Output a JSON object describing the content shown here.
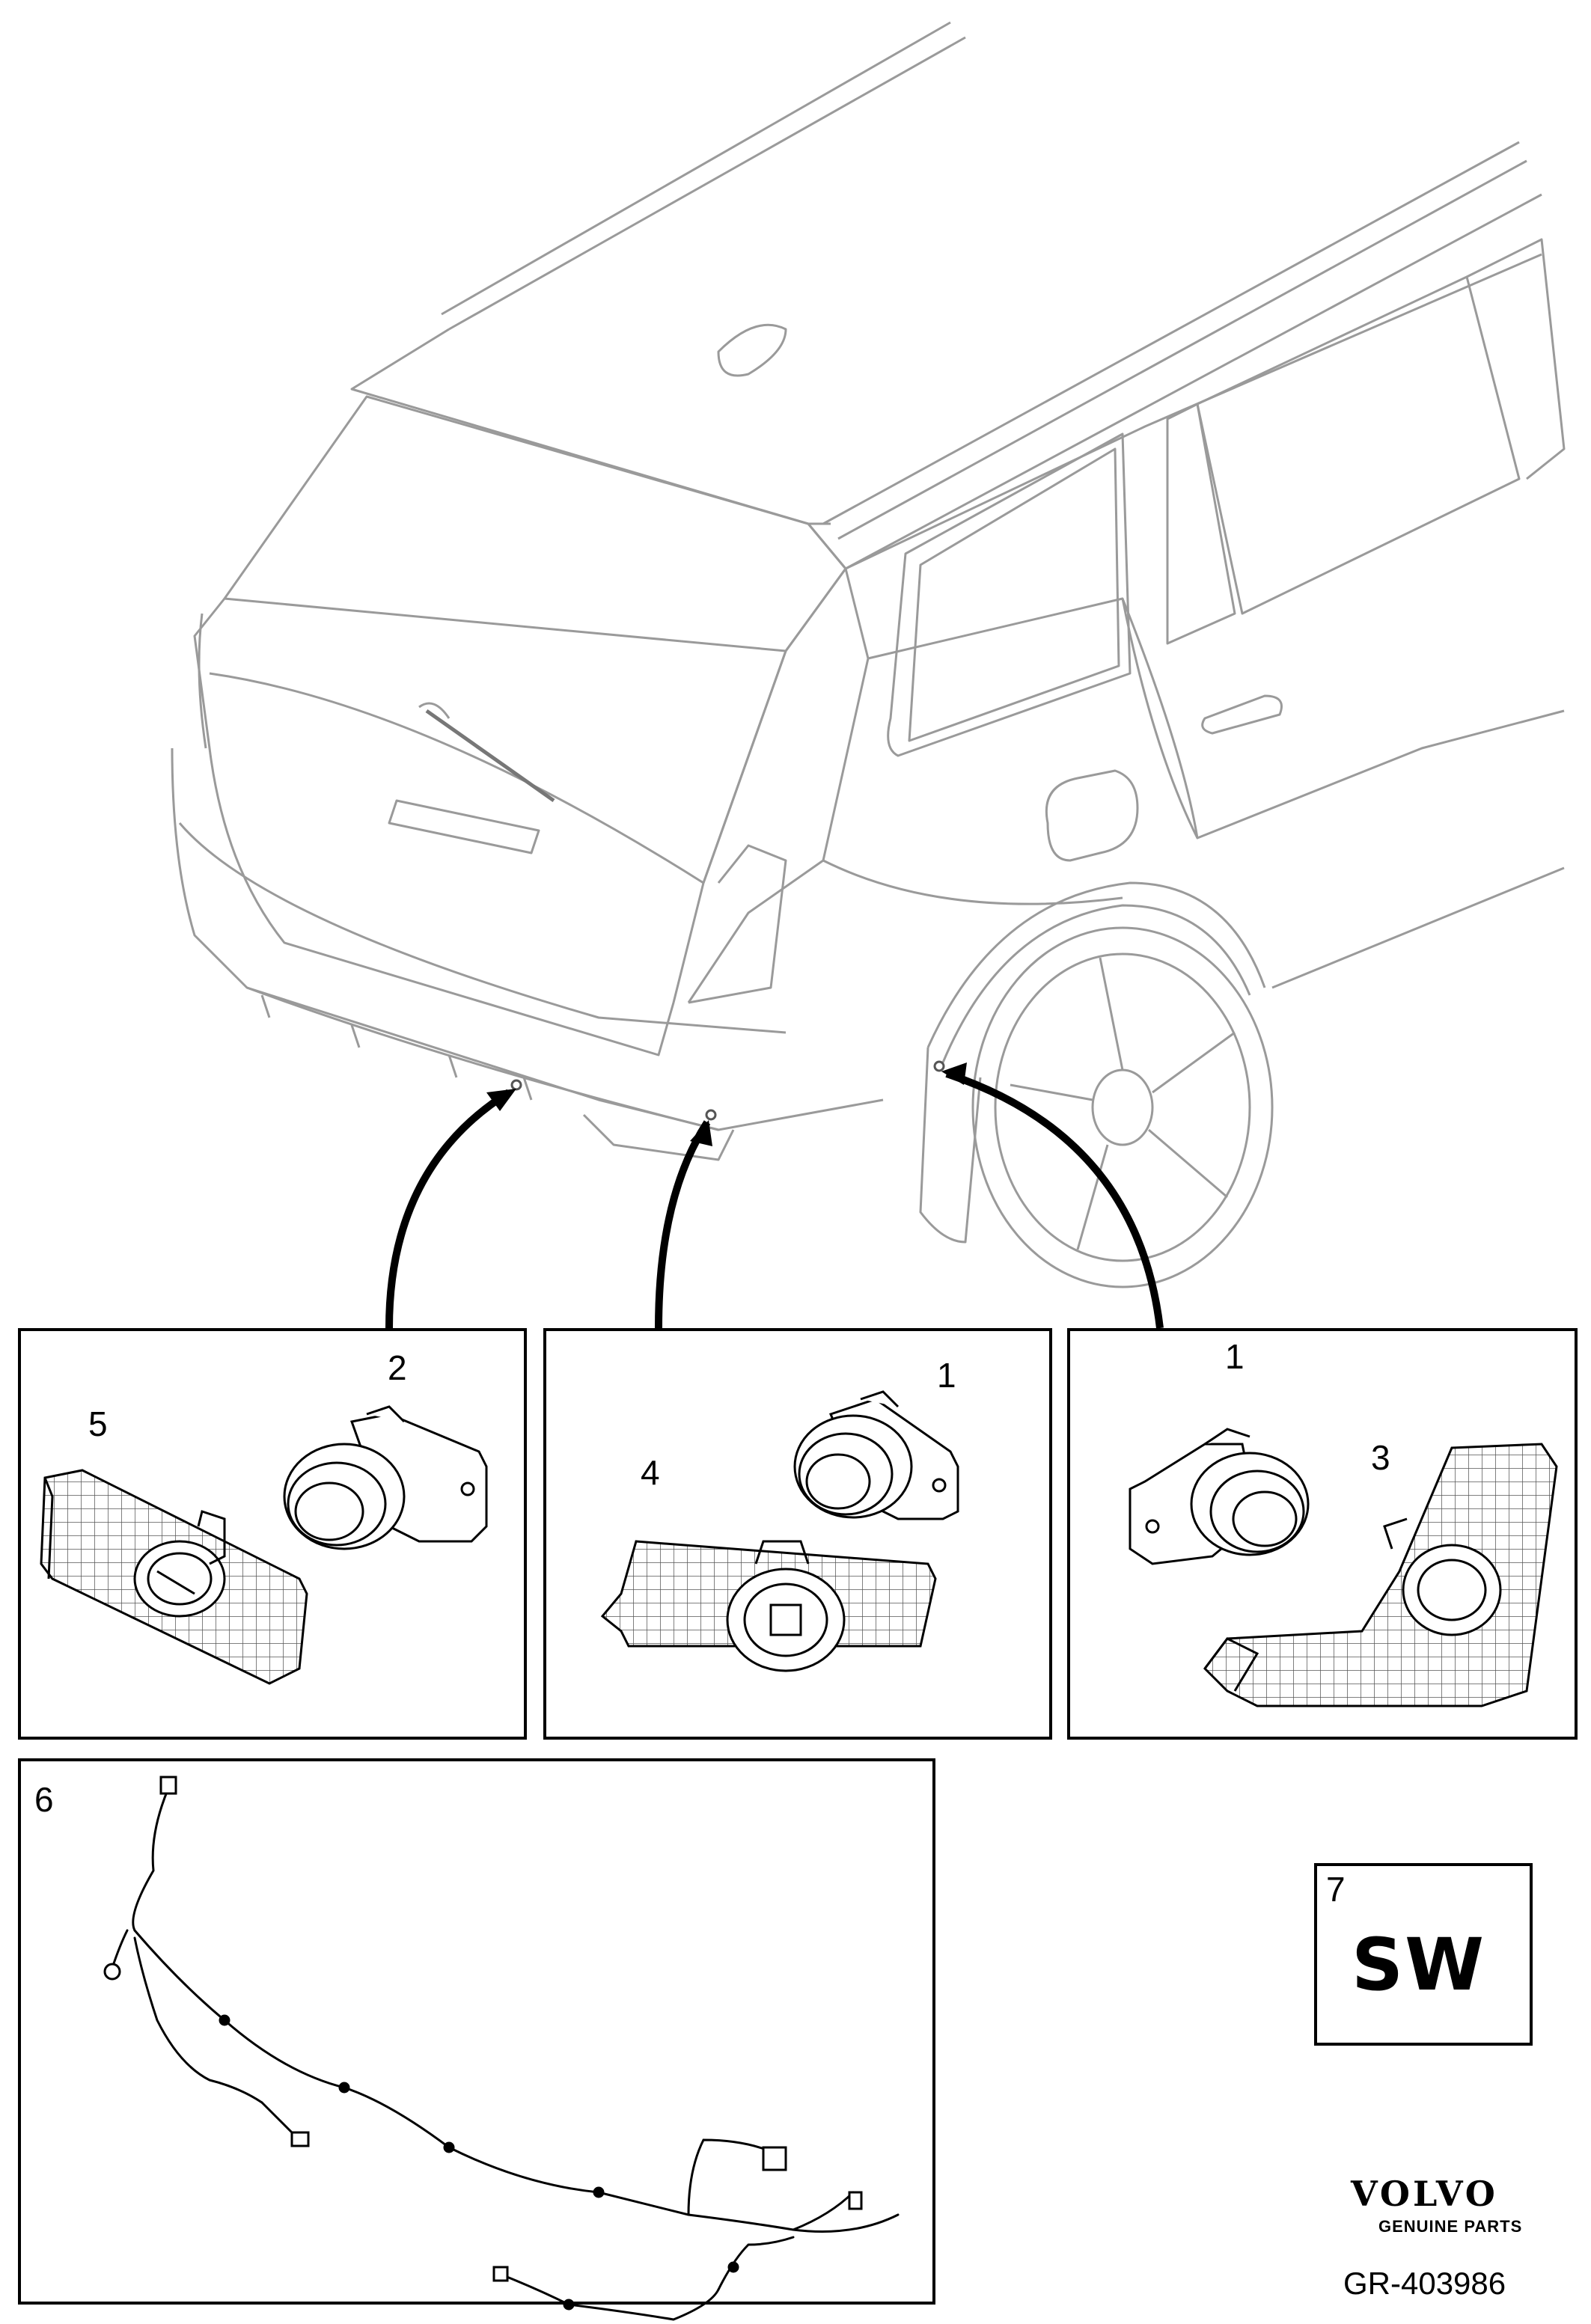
{
  "callouts": {
    "c1a": "1",
    "c1b": "1",
    "c2": "2",
    "c3": "3",
    "c4": "4",
    "c5": "5",
    "c6": "6",
    "c7": "7"
  },
  "software_box": {
    "label": "SW"
  },
  "branding": {
    "name": "VOLVO",
    "tagline": "GENUINE PARTS"
  },
  "reference": "GR-403986"
}
